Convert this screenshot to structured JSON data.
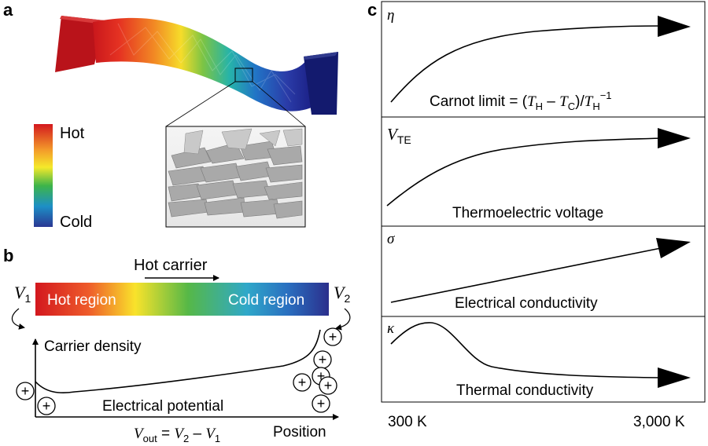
{
  "panels": {
    "a": {
      "letter": "a",
      "legend_hot": "Hot",
      "legend_cold": "Cold"
    },
    "b": {
      "letter": "b",
      "hot_carrier": "Hot carrier",
      "hot_region": "Hot region",
      "cold_region": "Cold region",
      "v1_sym": "V",
      "v1_sub": "1",
      "v2_sym": "V",
      "v2_sub": "2",
      "carrier_density": "Carrier density",
      "electrical_potential": "Electrical potential",
      "position": "Position",
      "plus": "+",
      "equation": {
        "v": "V",
        "sub_out": "out",
        "eq": " = ",
        "v2": "V",
        "sub2": "2",
        "minus": " – ",
        "v1": "V",
        "sub1": "1"
      }
    },
    "c": {
      "letter": "c",
      "rows": [
        {
          "symbol": "η",
          "caption_parts": {
            "a": "Carnot limit = (",
            "th": "T",
            "h": "H",
            "m": " – ",
            "tc": "T",
            "c": "C",
            "cl": ")/",
            "th2": "T",
            "h2": "H",
            "exp": "−1"
          }
        },
        {
          "symbol_main": "V",
          "symbol_sub": "TE",
          "caption": "Thermoelectric voltage"
        },
        {
          "symbol": "σ",
          "caption": "Electrical conductivity"
        },
        {
          "symbol": "κ",
          "caption": "Thermal conductivity"
        }
      ],
      "x_start": "300 K",
      "x_end": "3,000 K"
    }
  },
  "colors": {
    "hot": "#c0151c",
    "mid": "#f3ee21",
    "green": "#2ab24a",
    "cold": "#25348f",
    "navy": "#0b1562"
  }
}
